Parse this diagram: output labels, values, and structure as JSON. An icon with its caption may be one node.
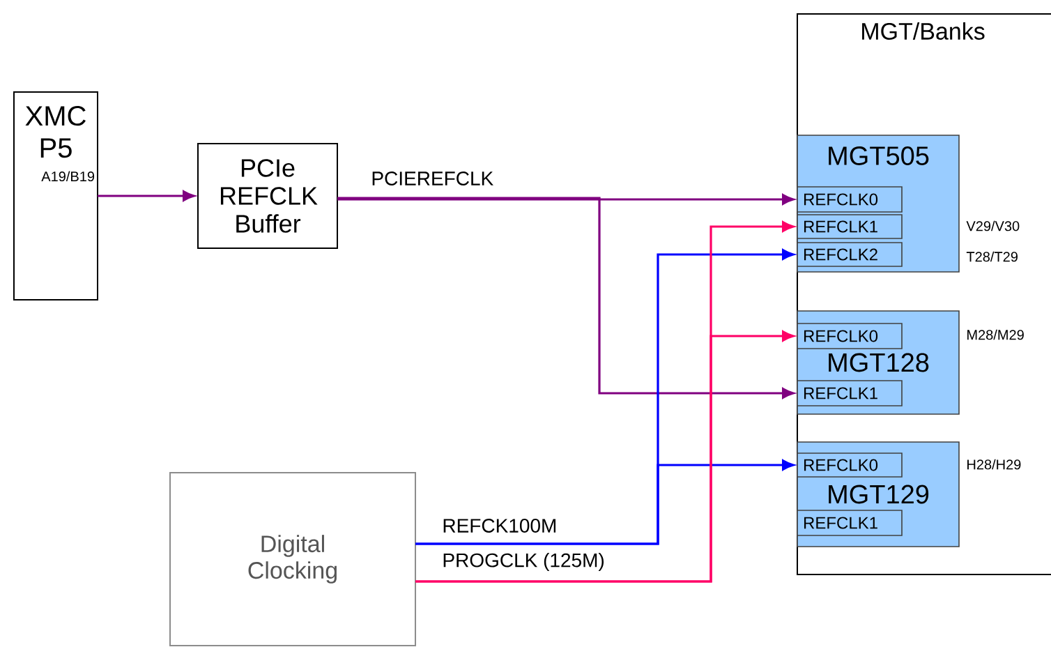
{
  "diagram": {
    "nodes": [
      {
        "text": [
          "XMC P5",
          "A19/B19"
        ]
      },
      {
        "text": [
          "PCIe REFCLK Buffer"
        ]
      },
      {
        "text": [
          "MGT/Banks"
        ]
      },
      {
        "text": [
          "MGT505"
        ],
        "in": 2
      },
      {
        "text": [
          "REFCLK0"
        ],
        "in": 3
      },
      {
        "text": [
          "REFCLK1"
        ],
        "in": 3
      },
      {
        "text": [
          "REFCLK2"
        ],
        "in": 3
      },
      {
        "text": [
          "MGT128"
        ],
        "in": 2
      },
      {
        "text": [
          "REFCLK0"
        ],
        "in": 7
      },
      {
        "text": [
          "REFCLK1"
        ],
        "in": 7
      },
      {
        "text": [
          "MGT129"
        ],
        "in": 2
      },
      {
        "text": [
          "REFCLK0"
        ],
        "in": 10
      },
      {
        "text": [
          "REFCLK1"
        ],
        "in": 10
      },
      {
        "text": [
          "Digital Clocking"
        ]
      }
    ],
    "edges": [
      {
        "from": 0,
        "to": 1,
        "arrow": "to",
        "color": "#800080"
      },
      {
        "from": 1,
        "to": 4,
        "arrow": "to",
        "label": "PCIEREFCLK",
        "color": "#800080"
      },
      {
        "from": 1,
        "to": 9,
        "arrow": "to",
        "color": "#800080"
      },
      {
        "from": 13,
        "to": 6,
        "arrow": "to",
        "label": "REFCK100M",
        "color": "#0000ff"
      },
      {
        "from": 13,
        "to": 11,
        "arrow": "to",
        "color": "#0000ff"
      },
      {
        "from": 13,
        "to": 5,
        "arrow": "to",
        "label": "PROGCLK (125M)",
        "color": "#ff0066"
      },
      {
        "from": 13,
        "to": 8,
        "arrow": "to",
        "color": "#ff0066"
      }
    ],
    "labels": [
      "V29/V30",
      "T28/T29",
      "M28/M29",
      "H28/H29"
    ]
  }
}
